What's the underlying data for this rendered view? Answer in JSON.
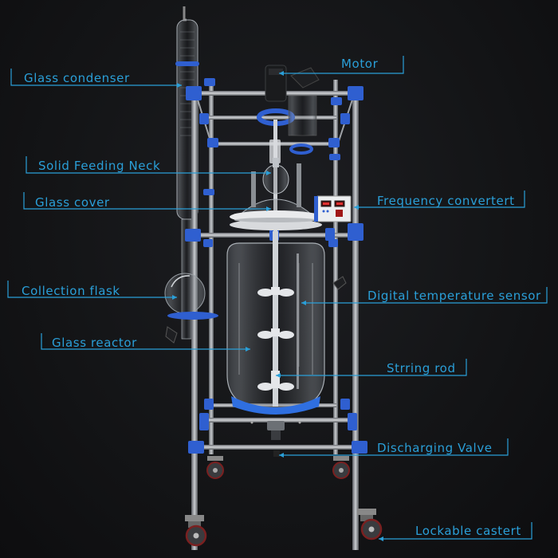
{
  "image": {
    "subject": "Jacketed glass reactor system on mobile stainless frame",
    "background_color": "#111214",
    "accent_color": "#2a9fd8",
    "frame_blue": "#2f5fd0"
  },
  "callouts": [
    {
      "id": "glass-condenser",
      "label": "Glass condenser",
      "side": "left"
    },
    {
      "id": "motor",
      "label": "Motor",
      "side": "right"
    },
    {
      "id": "solid-feeding-neck",
      "label": "Solid Feeding Neck",
      "side": "left"
    },
    {
      "id": "glass-cover",
      "label": "Glass cover",
      "side": "left"
    },
    {
      "id": "frequency-converter",
      "label": "Frequency convertert",
      "side": "right"
    },
    {
      "id": "collection-flask",
      "label": "Collection flask",
      "side": "left"
    },
    {
      "id": "digital-temperature-sensor",
      "label": "Digital temperature sensor",
      "side": "right"
    },
    {
      "id": "glass-reactor",
      "label": "Glass reactor",
      "side": "left"
    },
    {
      "id": "stirring-rod",
      "label": "Strring rod",
      "side": "right"
    },
    {
      "id": "discharging-valve",
      "label": "Discharging Valve",
      "side": "right"
    },
    {
      "id": "lockable-caster",
      "label": "Lockable castert",
      "side": "right"
    }
  ]
}
